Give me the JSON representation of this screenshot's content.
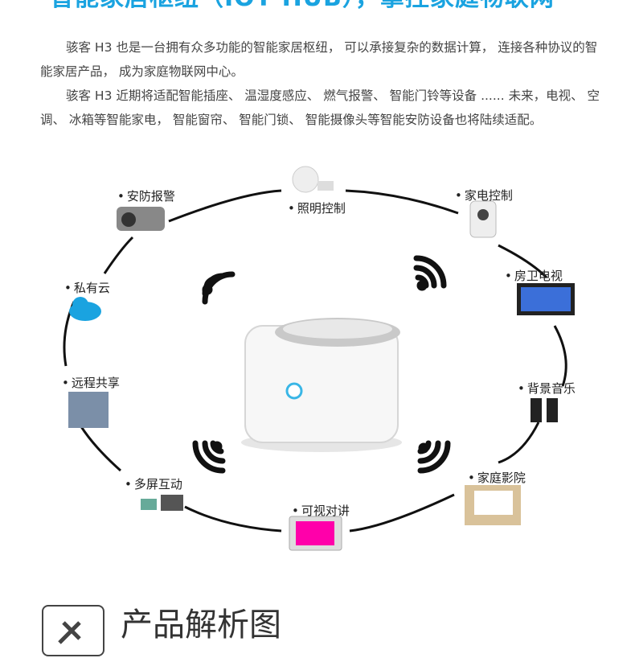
{
  "heading": "智能家居枢纽（IOT HUB），掌控家庭物联网",
  "paragraphs": [
    "骇客 H3 也是一台拥有众多功能的智能家居枢纽， 可以承接复杂的数据计算， 连接各种协议的智能家居产品， 成为家庭物联网中心。",
    "骇客 H3 近期将适配智能插座、 温湿度感应、 燃气报警、 智能门铃等设备 ...... 未来，电视、 空调、 冰箱等智能家电， 智能窗帘、 智能门锁、 智能摄像头等智能安防设备也将陆续适配。"
  ],
  "diagram": {
    "labels": {
      "security": "安防报警",
      "lighting": "照明控制",
      "appliance": "家电控制",
      "private_cloud": "私有云",
      "tv": "房卫电视",
      "remote_share": "远程共享",
      "music": "背景音乐",
      "multiscreen": "多屏互动",
      "home_theater": "家庭影院",
      "video_intercom": "可视对讲"
    },
    "colors": {
      "accent": "#1aa3e0",
      "ring": "#111111",
      "wifi": "#111111"
    }
  },
  "footer": {
    "title": "产品解析图"
  }
}
